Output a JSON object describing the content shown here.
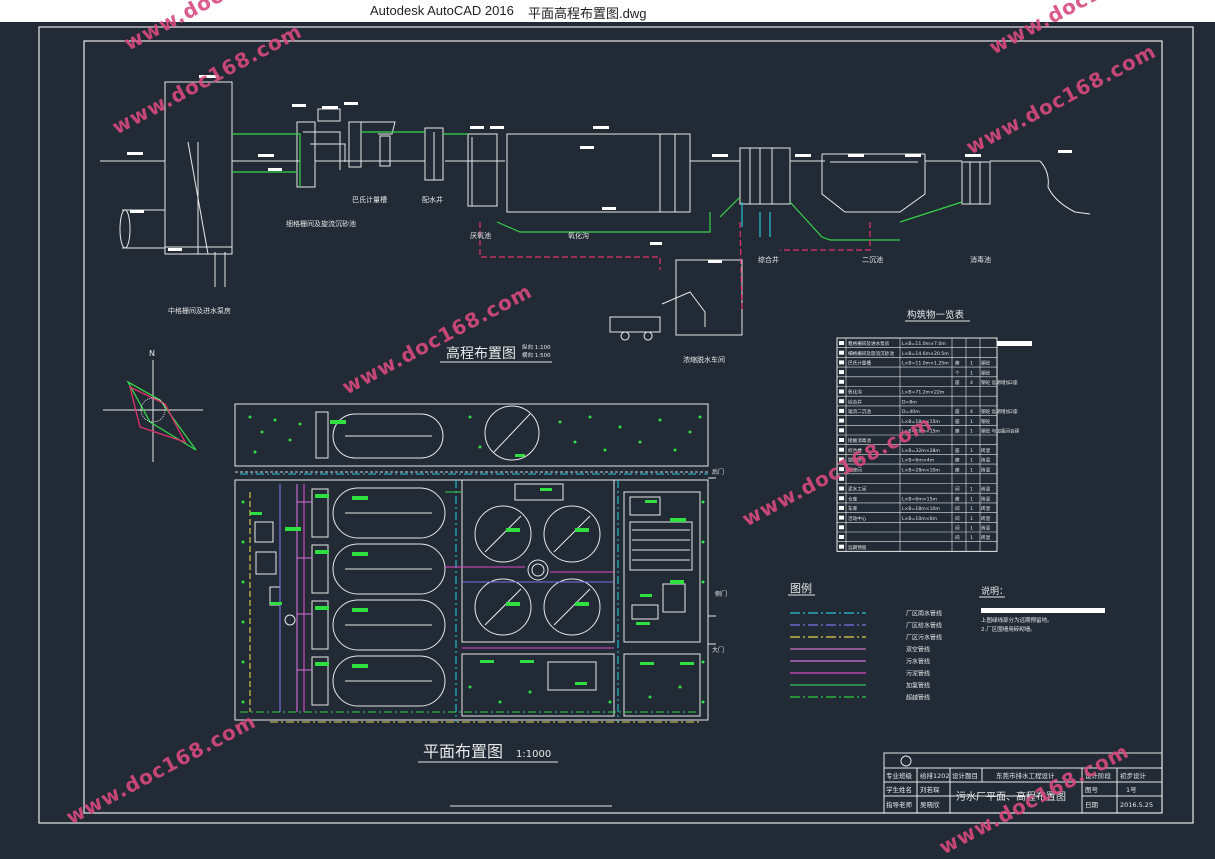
{
  "window": {
    "app_name": "Autodesk AutoCAD 2016",
    "file_name": "平面高程布置图.dwg"
  },
  "watermark": "www.doc168.com",
  "elevation": {
    "title": "高程布置图",
    "scale_v": "纵向 1:100",
    "scale_h": "横向 1:500",
    "labels": {
      "inlet": "中格栅间及进水泵房",
      "fine_screen": "细格栅间及旋流沉砂池",
      "flume": "巴氏计量槽",
      "distribution": "配水井",
      "anaerobic": "厌氧池",
      "oxidation": "氧化沟",
      "combined": "综合井",
      "sludge_house": "浓缩脱水车间",
      "secondary": "二沉池",
      "disinfection": "消毒池"
    }
  },
  "plan": {
    "title": "平面布置图",
    "scale": "1:1000",
    "north": "N",
    "gate_top": "后门",
    "gate_side": "侧门",
    "gate_main": "大门"
  },
  "structures": {
    "title": "构筑物一览表",
    "rows": [
      {
        "name": "粗格栅间及进水泵房",
        "dims": "L×B=11.0m×7.0m",
        "unit": "",
        "qty": "",
        "note": ""
      },
      {
        "name": "细格栅间及旋流沉砂池",
        "dims": "L×B=14.6m×20.5m",
        "unit": "",
        "qty": "",
        "note": ""
      },
      {
        "name": "巴氏计量槽",
        "dims": "L×B=11.0m×1.25m",
        "unit": "座",
        "qty": "1",
        "note": "钢砼"
      },
      {
        "name": "",
        "dims": "",
        "unit": "个",
        "qty": "1",
        "note": "钢砼"
      },
      {
        "name": "",
        "dims": "",
        "unit": "座",
        "qty": "4",
        "note": "钢砼 远期增加2座"
      },
      {
        "name": "氧化沟",
        "dims": "L×B=71.2m×22m",
        "unit": "",
        "qty": "",
        "note": ""
      },
      {
        "name": "综合井",
        "dims": "D=8m",
        "unit": "",
        "qty": "",
        "note": ""
      },
      {
        "name": "辐流二沉池",
        "dims": "D=40m",
        "unit": "座",
        "qty": "4",
        "note": "钢砼 远期增加2座"
      },
      {
        "name": "",
        "dims": "L×B=18m×15m",
        "unit": "座",
        "qty": "1",
        "note": "钢砼"
      },
      {
        "name": "",
        "dims": "L×B=18m×15m",
        "unit": "座",
        "qty": "1",
        "note": "钢砼 与加氯间合建"
      },
      {
        "name": "接触消毒池",
        "dims": "",
        "unit": "",
        "qty": "",
        "note": ""
      },
      {
        "name": "综合楼",
        "dims": "L×B=32m×28m",
        "unit": "座",
        "qty": "1",
        "note": "砖混"
      },
      {
        "name": "锅炉房",
        "dims": "L×B=6m×4m",
        "unit": "座",
        "qty": "1",
        "note": "砖混"
      },
      {
        "name": "机修间",
        "dims": "L×B=28m×10m",
        "unit": "座",
        "qty": "1",
        "note": "砖混"
      },
      {
        "name": "",
        "dims": "",
        "unit": "",
        "qty": "",
        "note": ""
      },
      {
        "name": "泥水工间",
        "dims": "",
        "unit": "间",
        "qty": "1",
        "note": "砖混"
      },
      {
        "name": "仓库",
        "dims": "L×B=6m×15m",
        "unit": "座",
        "qty": "1",
        "note": "砖混"
      },
      {
        "name": "车库",
        "dims": "L×B=18m×10m",
        "unit": "间",
        "qty": "1",
        "note": "砖混"
      },
      {
        "name": "活动中心",
        "dims": "L×B=10m×6m",
        "unit": "间",
        "qty": "1",
        "note": "砖混"
      },
      {
        "name": "",
        "dims": "",
        "unit": "间",
        "qty": "1",
        "note": "砖混"
      },
      {
        "name": "",
        "dims": "",
        "unit": "间",
        "qty": "1",
        "note": "砖混"
      },
      {
        "name": "远期预留",
        "dims": "",
        "unit": "",
        "qty": "",
        "note": ""
      }
    ]
  },
  "legend": {
    "title": "图例",
    "items": [
      {
        "label": "厂区雨水管线",
        "color": "#22c4d6",
        "dash": "10 3 2 3"
      },
      {
        "label": "厂区给水管线",
        "color": "#7a73e8",
        "dash": "10 3 2 3"
      },
      {
        "label": "厂区污水管线",
        "color": "#e6d24a",
        "dash": "10 3 2 3"
      },
      {
        "label": "双空管线",
        "color": "#c877c4",
        "dash": ""
      },
      {
        "label": "污水管线",
        "color": "#d26fe0",
        "dash": ""
      },
      {
        "label": "污泥管线",
        "color": "#e04ac8",
        "dash": ""
      },
      {
        "label": "加氯管线",
        "color": "#35c45a",
        "dash": ""
      },
      {
        "label": "超越管线",
        "color": "#2bcc3a",
        "dash": "10 3 2 3"
      }
    ]
  },
  "notes": {
    "title": "说明：",
    "lines": [
      "上图绿线部分为远期预留地。",
      "2.厂区围墙用砖砌墙。"
    ]
  },
  "title_block": {
    "major_label": "专业班级",
    "major_value": "给排1202",
    "student_label": "学生姓名",
    "student_value": "刘若琛",
    "advisor_label": "指导老师",
    "advisor_value": "吴晓欣",
    "design_label": "设计题目",
    "design_value": "东莞市排水工程设计",
    "drawing_name": "污水厂平面、高程布置图",
    "stage_label": "设计阶段",
    "stage_value": "初步设计",
    "sheet_label": "图号",
    "sheet_value": "1号",
    "date_label": "日期",
    "date_value": "2016.5.25"
  }
}
